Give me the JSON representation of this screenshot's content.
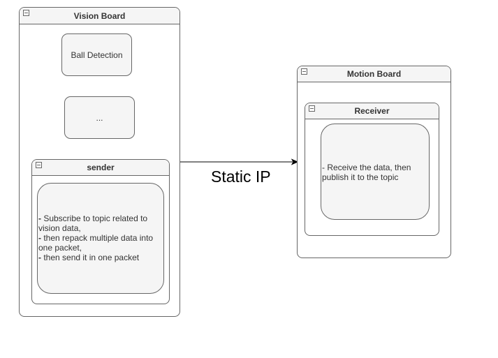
{
  "vision_board": {
    "title": "Vision Board",
    "ball_detection": "Ball Detection",
    "placeholder": "...",
    "sender": {
      "title": "sender",
      "lines": [
        {
          "dash": "-",
          "text": " Subscribe to topic related to"
        },
        {
          "dash": "",
          "text": "vision data,"
        },
        {
          "dash": "-",
          "text": " then repack multiple data into"
        },
        {
          "dash": "",
          "text": "one packet,"
        },
        {
          "dash": "-",
          "text": " then send it in one packet"
        }
      ]
    }
  },
  "motion_board": {
    "title": "Motion Board",
    "receiver": {
      "title": "Receiver",
      "lines": [
        "- Receive the data, then",
        "publish it to the topic"
      ]
    }
  },
  "connection": {
    "label": "Static IP"
  }
}
